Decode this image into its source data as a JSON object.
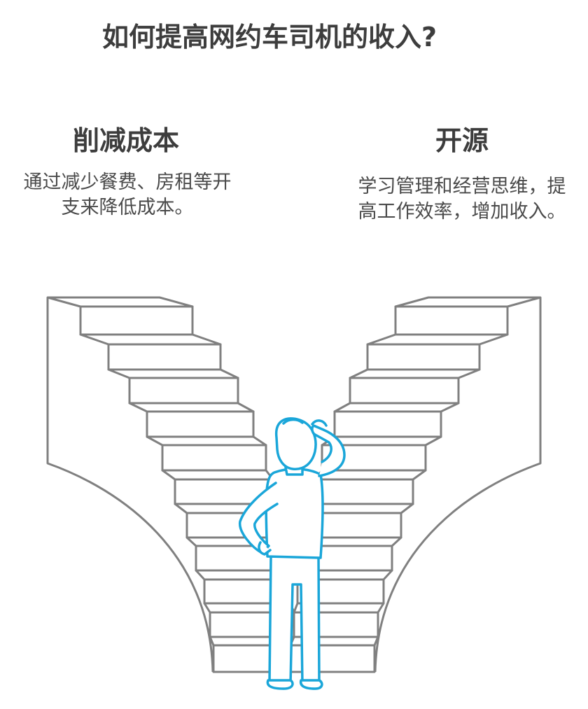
{
  "title": "如何提高网约车司机的收入?",
  "left": {
    "heading": "削减成本",
    "description": "通过减少餐费、房租等开支来降低成本。"
  },
  "right": {
    "heading": "开源",
    "description": "学习管理和经营思维，提高工作效率，增加收入。"
  },
  "colors": {
    "stairs": "#808080",
    "person": "#1aa6d9",
    "text": "#3d3d3d"
  },
  "icons": [
    "left-staircase-icon",
    "right-staircase-icon",
    "thinking-person-icon"
  ]
}
